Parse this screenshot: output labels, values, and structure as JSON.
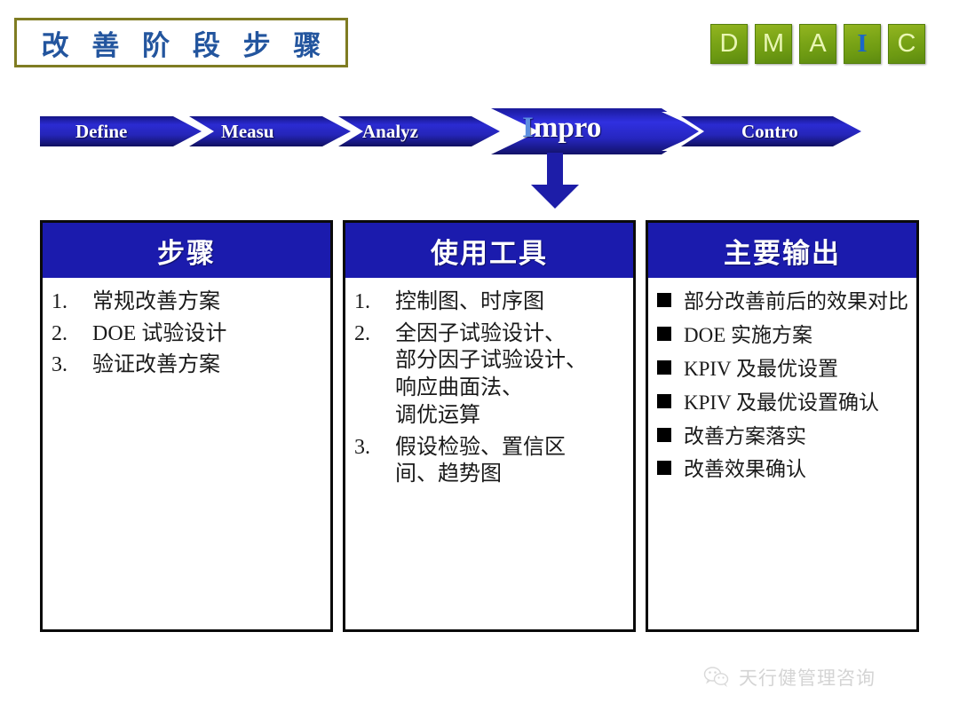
{
  "title": {
    "text": "改 善 阶 段 步 骤",
    "border_color": "#7f7c22",
    "text_color": "#23559e"
  },
  "dmaic": {
    "letters": [
      {
        "label": "D",
        "active": false
      },
      {
        "label": "M",
        "active": false
      },
      {
        "label": "A",
        "active": false
      },
      {
        "label": "I",
        "active": true
      },
      {
        "label": "C",
        "active": false
      }
    ],
    "box_color": "#7ba517",
    "letter_color": "#e9f6b4",
    "active_letter_color": "#1a66c8"
  },
  "banner": {
    "segments": [
      {
        "label": "Define",
        "active": false
      },
      {
        "label": "Measu",
        "active": false
      },
      {
        "label": "Analyz",
        "active": false
      },
      {
        "label": "Impro",
        "active": true,
        "first_letter": "I",
        "rest": "mpro"
      },
      {
        "label": "Contro",
        "active": false
      }
    ],
    "fill_color": "#2a2ab8",
    "highlight_letter_color": "#5d8fe0"
  },
  "columns": [
    {
      "header": "步骤",
      "list_type": "numbered",
      "items": [
        {
          "num": "1.",
          "text": "常规改善方案"
        },
        {
          "num": "2.",
          "text": "DOE  试验设计"
        },
        {
          "num": "3.",
          "text": "验证改善方案"
        }
      ]
    },
    {
      "header": "使用工具",
      "list_type": "numbered",
      "items": [
        {
          "num": "1.",
          "text": "控制图、时序图"
        },
        {
          "num": "2.",
          "text": "全因子试验设计、\n部分因子试验设计、\n响应曲面法、\n调优运算"
        },
        {
          "num": "3.",
          "text": "假设检验、置信区\n间、趋势图"
        }
      ]
    },
    {
      "header": "主要输出",
      "list_type": "bulleted",
      "items": [
        {
          "text": "部分改善前后的效果对比"
        },
        {
          "text": "DOE  实施方案"
        },
        {
          "text": "KPIV  及最优设置"
        },
        {
          "text": "KPIV  及最优设置确认"
        },
        {
          "text": "改善方案落实"
        },
        {
          "text": "改善效果确认"
        }
      ]
    }
  ],
  "watermark": {
    "text": "天行健管理咨询",
    "icon": "wechat-icon",
    "color": "#d2d2d2"
  }
}
